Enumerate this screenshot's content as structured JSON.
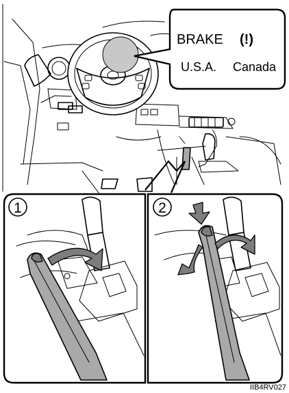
{
  "callout": {
    "brake_text": "BRAKE",
    "brake_symbol": "(!)",
    "region_usa": "U.S.A.",
    "region_canada": "Canada"
  },
  "steps": [
    {
      "number": "1",
      "action": "set"
    },
    {
      "number": "2",
      "action": "release"
    }
  ],
  "figure_code": "IIB4RV027",
  "colors": {
    "lever_fill": "#a9a9a9",
    "arrow_fill": "#7d7d7d",
    "indicator_fill": "#c8c8c8",
    "line": "#000000",
    "background": "#ffffff"
  },
  "icons": [
    "steering-wheel-icon",
    "parking-brake-lever-icon",
    "pull-arrow-icon",
    "push-button-arrow-icon",
    "release-arrow-icon"
  ]
}
